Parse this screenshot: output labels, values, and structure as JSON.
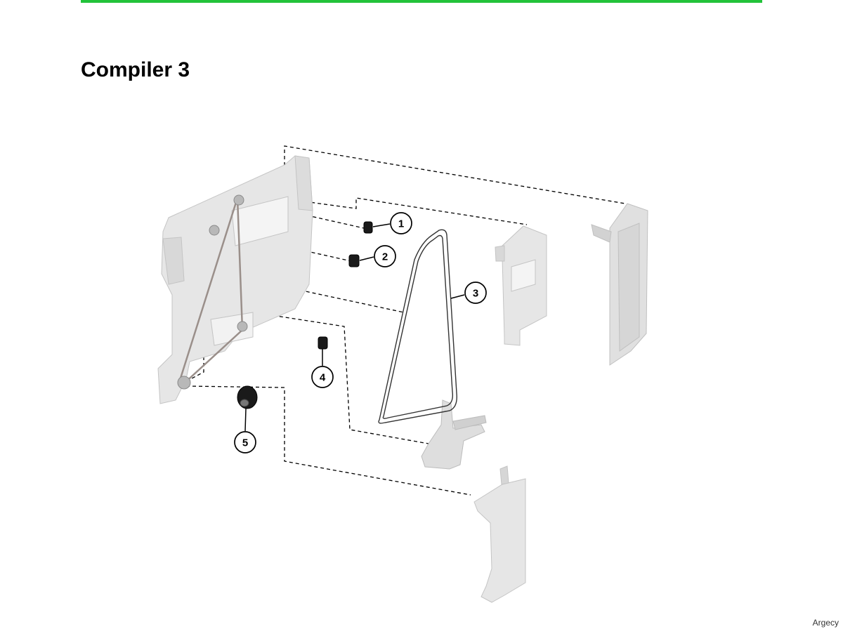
{
  "page": {
    "title": "Compiler 3",
    "footer_brand": "Argecy"
  },
  "colors": {
    "accent_rule": "#22c33a",
    "part_fill": "#e6e6e6",
    "part_stroke": "#c4c4c4",
    "leader": "#000000"
  },
  "callouts": [
    {
      "number": "1",
      "part": "gear"
    },
    {
      "number": "2",
      "part": "gear"
    },
    {
      "number": "3",
      "part": "drive belt"
    },
    {
      "number": "4",
      "part": "gear"
    },
    {
      "number": "5",
      "part": "pulley gear"
    }
  ]
}
